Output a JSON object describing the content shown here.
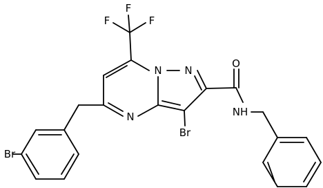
{
  "molecule": {
    "atom_labels": {
      "F_top": "F",
      "F_left": "F",
      "F_right": "F",
      "N_bridge": "N",
      "N_pyrazole": "N",
      "N_pyrimidine": "N",
      "O_carbonyl": "O",
      "NH_amide": "NH",
      "Br_ring": "Br",
      "Br_aryl": "Br"
    }
  }
}
